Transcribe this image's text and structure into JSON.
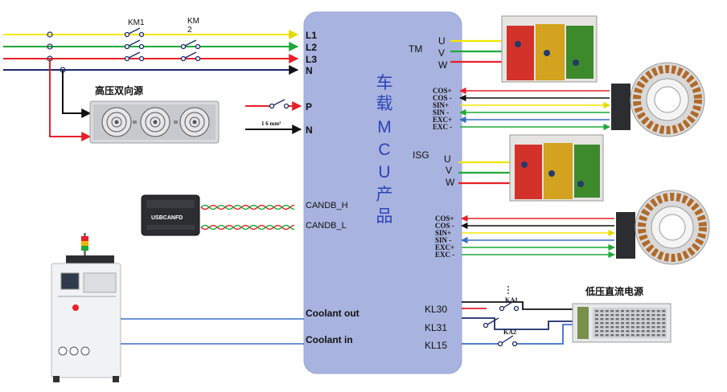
{
  "mcu": {
    "title_chars": [
      "车",
      "载",
      "M",
      "C",
      "U",
      "产",
      "品"
    ]
  },
  "contactors": {
    "km1": "KM1",
    "km2_line1": "KM",
    "km2_line2": "2"
  },
  "power_lines": [
    "L1",
    "L2",
    "L3",
    "N"
  ],
  "hv_source": {
    "label": "高压双向源"
  },
  "hv_input": {
    "p": "P",
    "n": "N",
    "wire_spec": "1 6 mm²"
  },
  "can": {
    "h": "CANDB_H",
    "l": "CANDB_L",
    "device_label": "USBCANFD"
  },
  "tm": {
    "label": "TM",
    "phases": [
      "U",
      "V",
      "W"
    ]
  },
  "isg": {
    "label": "ISG",
    "phases": [
      "U",
      "V",
      "W"
    ]
  },
  "resolver1": {
    "signals": [
      "COS+",
      "COS -",
      "SIN+",
      "SIN -",
      "EXC+",
      "EXC -"
    ]
  },
  "resolver2": {
    "signals": [
      "COS+",
      "COS -",
      "SIN+",
      "SIN -",
      "EXC+",
      "EXC -"
    ]
  },
  "coolant": {
    "out": "Coolant out",
    "in": "Coolant in"
  },
  "kl": [
    "KL30",
    "KL31",
    "KL15"
  ],
  "relays": {
    "ka1": "KA1",
    "ka2": "KA2"
  },
  "lv_source": {
    "label": "低压直流电源"
  },
  "colors": {
    "mcu_fill": "#a9b3df",
    "yellow": "#f2e600",
    "green": "#1fa838",
    "red": "#e8202a",
    "black": "#111111",
    "blue": "#3a6fc4"
  }
}
